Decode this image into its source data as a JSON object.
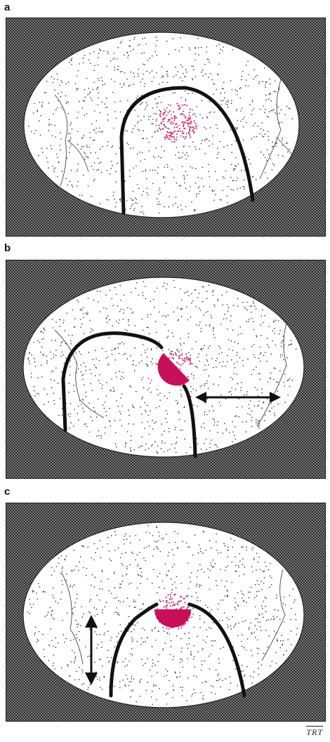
{
  "panels": [
    {
      "label": "a"
    },
    {
      "label": "b"
    },
    {
      "label": "c"
    }
  ],
  "signature": "TRT",
  "colors": {
    "frame_fill": "#6b6b6b",
    "frame_dark": "#2a2a2a",
    "field_bg": "#ffffff",
    "stipple": "#2b2b2b",
    "vessel": "#1a1a1a",
    "highlight": "#c8105a",
    "highlight_dots": "#d8306a"
  }
}
